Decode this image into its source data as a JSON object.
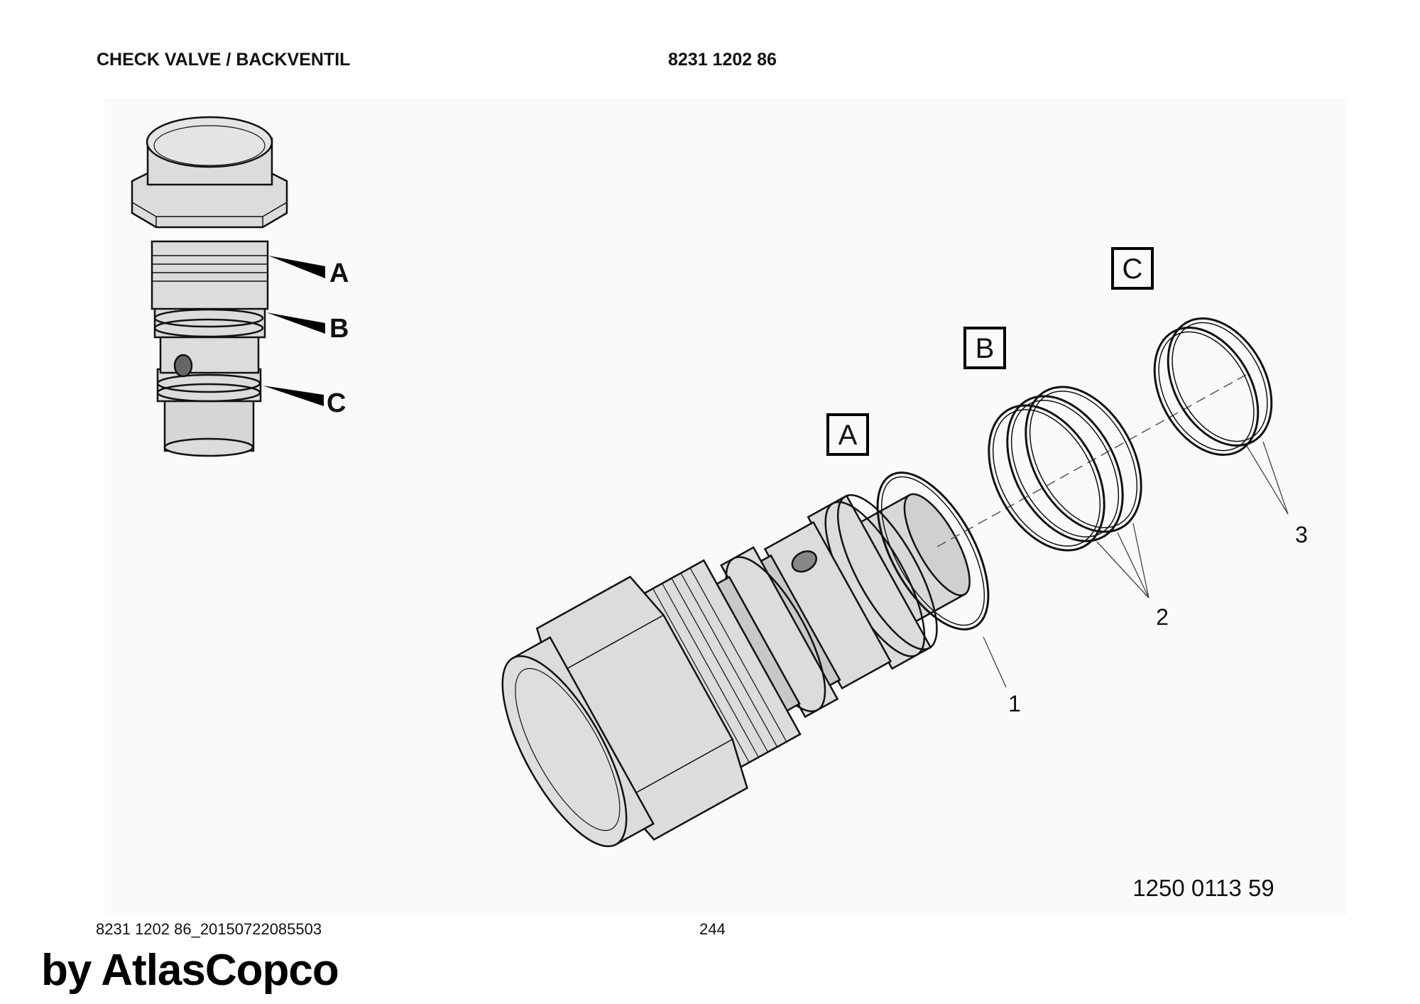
{
  "header": {
    "title": "CHECK VALVE / BACKVENTIL",
    "part_number": "8231 1202 86"
  },
  "overview": {
    "labels": [
      "A",
      "B",
      "C"
    ]
  },
  "exploded": {
    "boxed_labels": [
      "A",
      "B",
      "C"
    ],
    "callouts": [
      "1",
      "2",
      "3"
    ],
    "drawing_number": "1250 0113 59"
  },
  "footer": {
    "file_id": "8231 1202 86_20150722085503",
    "page": "244",
    "watermark": "by AtlasCopco"
  }
}
